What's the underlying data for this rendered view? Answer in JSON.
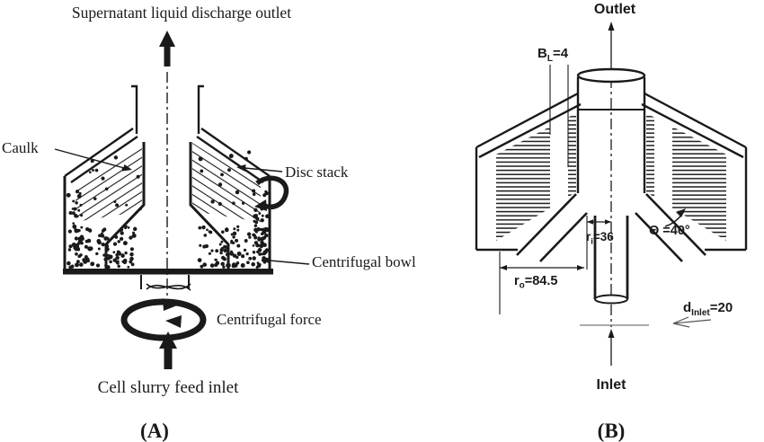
{
  "figure": {
    "panel_a": {
      "caption": "(A)",
      "title": "Supernatant liquid discharge outlet",
      "caulk": "Caulk",
      "disc_stack": "Disc stack",
      "centrifugal_bowl": "Centrifugal bowl",
      "centrifugal_force": "Centrifugal force",
      "feed_inlet": "Cell slurry feed inlet"
    },
    "panel_b": {
      "caption": "(B)",
      "outlet": "Outlet",
      "inlet": "Inlet",
      "dim_bl": {
        "base": "B",
        "sub": "L",
        "rest": "=4"
      },
      "dim_ri": {
        "base": "r",
        "sub": "i",
        "rest": "=36"
      },
      "dim_ro": {
        "base": "r",
        "sub": "o",
        "rest": "=84.5"
      },
      "dim_theta": "Θ =40°",
      "dim_dinlet": {
        "base": "d",
        "sub": "Inlet",
        "rest": "=20"
      }
    },
    "colors": {
      "ink": "#1a1a1a",
      "background": "#ffffff",
      "dim_gray": "#555555"
    }
  }
}
